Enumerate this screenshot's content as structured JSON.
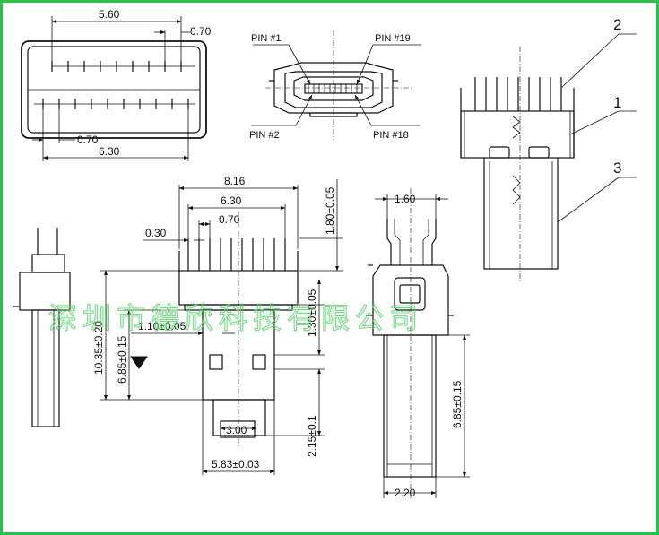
{
  "colors": {
    "frame": "#27c24a",
    "watermark": "#58d36a",
    "line": "#111111"
  },
  "top_left": {
    "dim_top": "5.60",
    "dim_top_right": "0.70",
    "dim_mid": "0.70",
    "dim_bottom": "6.30"
  },
  "top_middle": {
    "pin1": "PIN  #1",
    "pin19": "PIN  #19",
    "pin2": "PIN  #2",
    "pin18": "PIN  #18"
  },
  "right_view": {
    "callout_1": "1",
    "callout_2": "2",
    "callout_3": "3"
  },
  "front_view": {
    "d816": "8.16",
    "d630": "6.30",
    "d070": "0.70",
    "d030": "0.30",
    "d180": "1.80±0.05",
    "d130": "1.30±0.05",
    "d110": "1.10±0.05",
    "d1035": "10.35±0.20",
    "d685": "6.85±0.15",
    "d215": "2.15±0.1",
    "d300": "3.00",
    "d583": "5.83±0.03"
  },
  "side_view": {
    "d160": "1.60",
    "d685": "6.85±0.15",
    "d220": "2.20"
  },
  "watermark": "深圳市德欣科技有限公司"
}
